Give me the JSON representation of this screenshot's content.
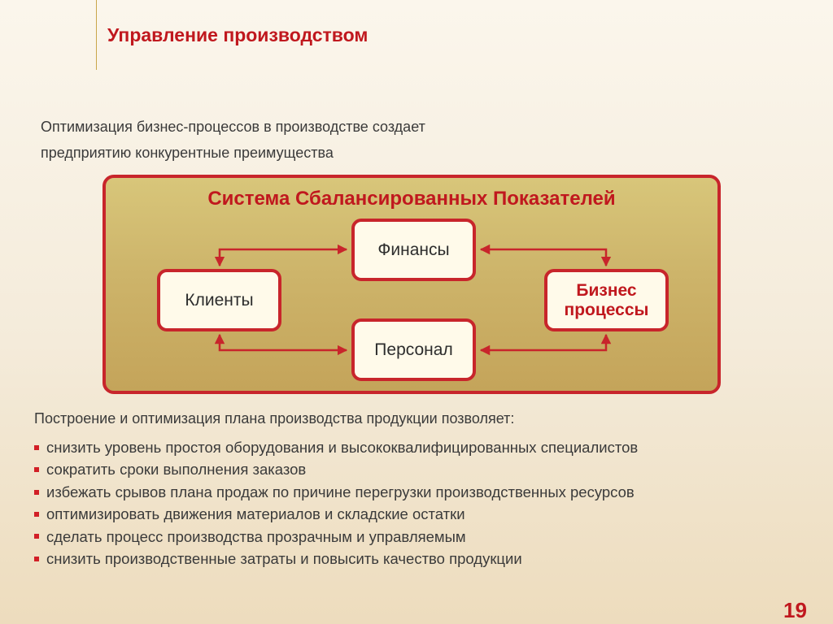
{
  "slide": {
    "title": "Управление производством",
    "intro_lines": [
      "Оптимизация бизнес-процессов в производстве создает",
      "предприятию конкурентные преимущества"
    ],
    "page_number": "19"
  },
  "diagram": {
    "title": "Система Сбалансированных Показателей",
    "nodes": {
      "finance": "Финансы",
      "clients": "Клиенты",
      "personnel": "Персонал",
      "business_line1": "Бизнес",
      "business_line2": "процессы"
    },
    "colors": {
      "frame": "#c8252b",
      "panel": "#cdb46a",
      "node_fill": "#fffaea",
      "accent_text": "#c0181e"
    },
    "edges": [
      {
        "from": "clients",
        "to": "finance",
        "bidirectional": true
      },
      {
        "from": "finance",
        "to": "business",
        "bidirectional": true
      },
      {
        "from": "clients",
        "to": "personnel",
        "bidirectional": true
      },
      {
        "from": "personnel",
        "to": "business",
        "bidirectional": true
      }
    ]
  },
  "plan": {
    "heading": "Построение и оптимизация плана производства продукции позволяет:",
    "items": [
      "снизить уровень простоя оборудования и высококвалифицированных специалистов",
      "сократить сроки выполнения заказов",
      "избежать срывов плана продаж по причине перегрузки производственных ресурсов",
      "оптимизировать движения материалов и складские остатки",
      "сделать процесс производства прозрачным и управляемым",
      "снизить производственные затраты и повысить качество продукции"
    ],
    "bullet_color": "#d21f26"
  }
}
